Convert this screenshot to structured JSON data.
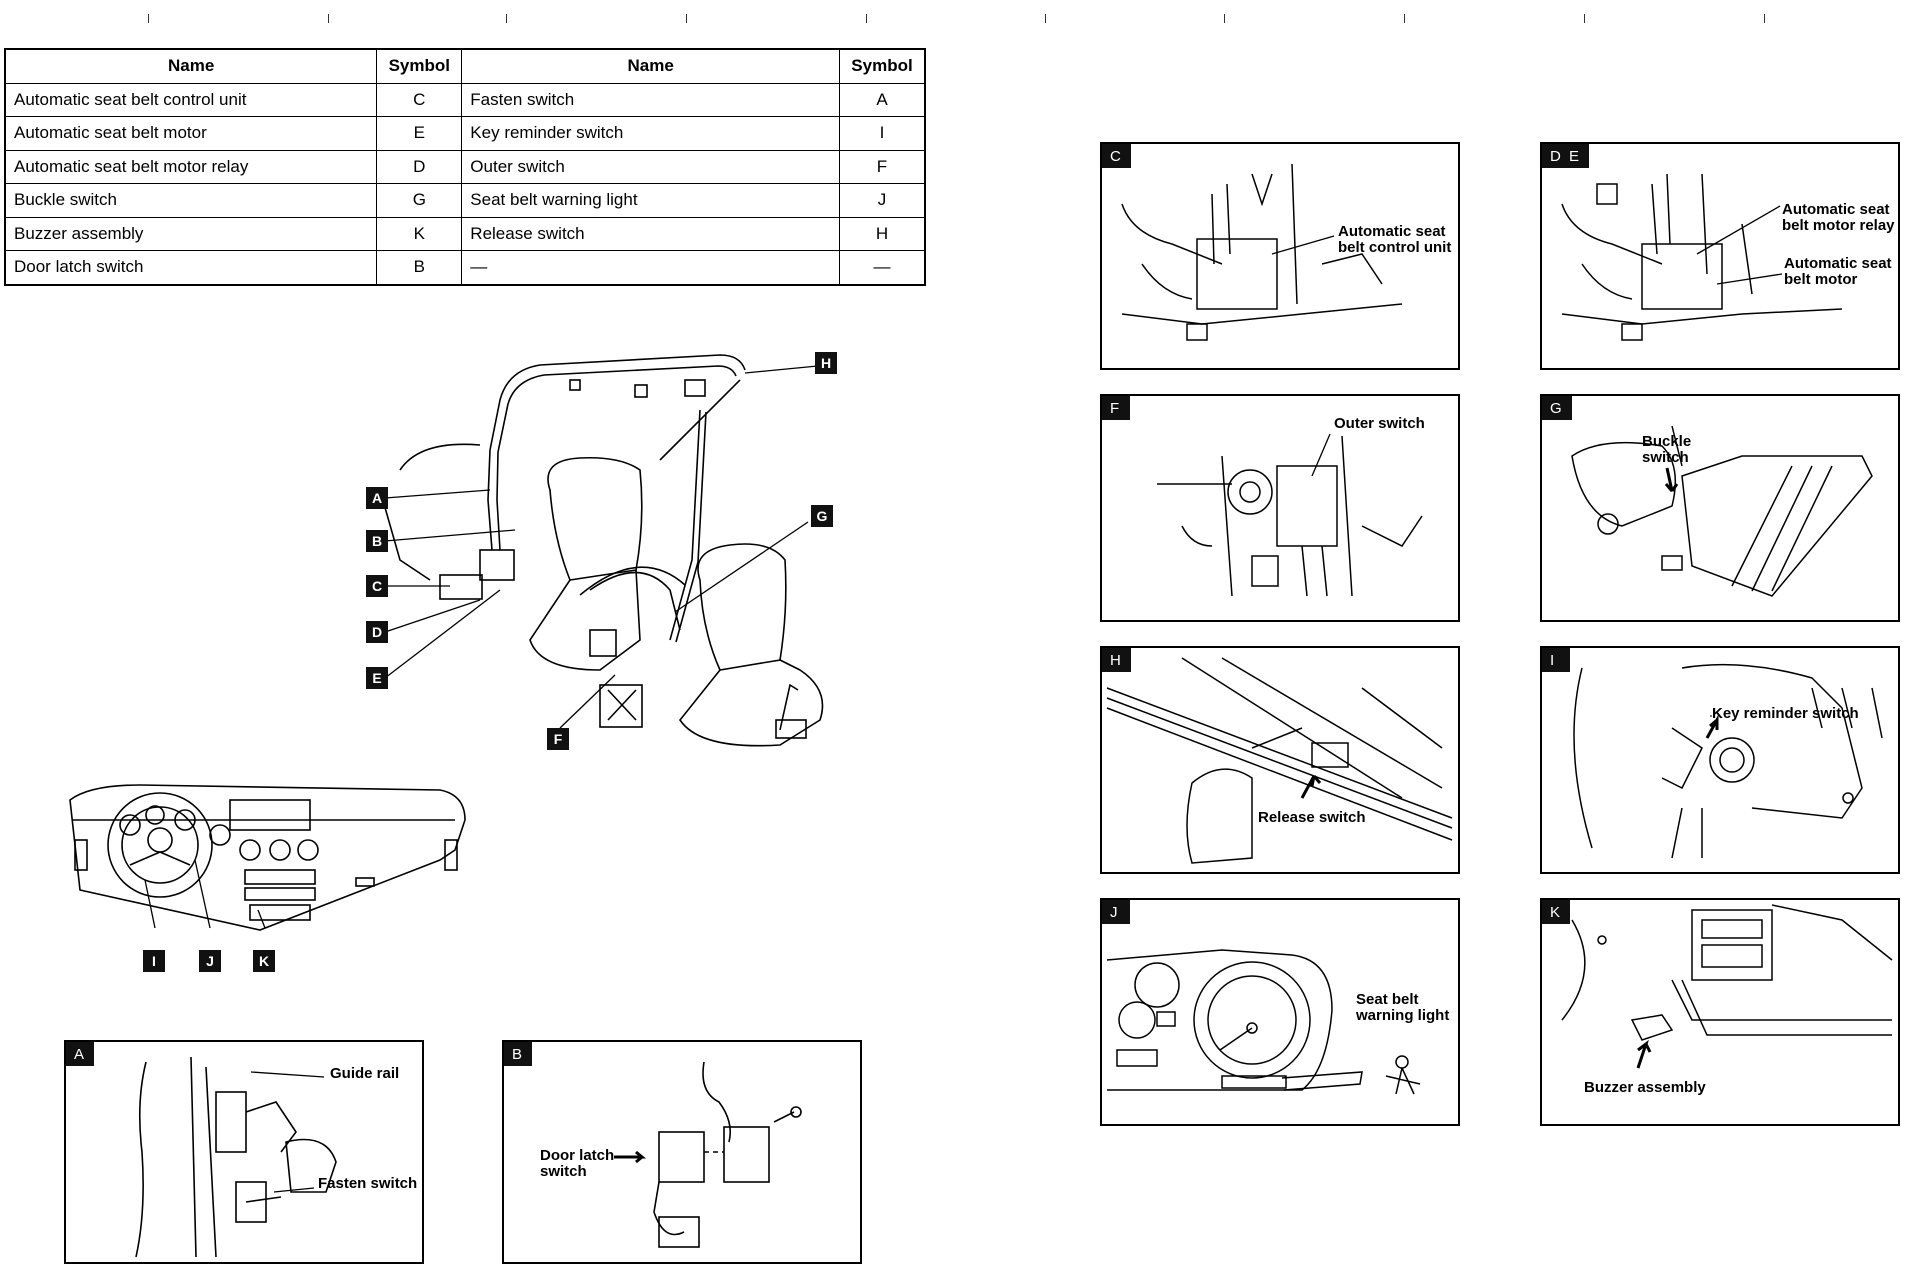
{
  "table": {
    "headers": {
      "name1": "Name",
      "symbol1": "Symbol",
      "name2": "Name",
      "symbol2": "Symbol"
    },
    "rows": [
      {
        "name1": "Automatic seat belt control unit",
        "symbol1": "C",
        "name2": "Fasten switch",
        "symbol2": "A"
      },
      {
        "name1": "Automatic seat belt motor",
        "symbol1": "E",
        "name2": "Key reminder switch",
        "symbol2": "I"
      },
      {
        "name1": "Automatic seat belt motor relay",
        "symbol1": "D",
        "name2": "Outer switch",
        "symbol2": "F"
      },
      {
        "name1": "Buckle switch",
        "symbol1": "G",
        "name2": "Seat belt warning light",
        "symbol2": "J"
      },
      {
        "name1": "Buzzer assembly",
        "symbol1": "K",
        "name2": "Release switch",
        "symbol2": "H"
      },
      {
        "name1": "Door latch switch",
        "symbol1": "B",
        "name2": "—",
        "symbol2": "—"
      }
    ]
  },
  "overview": {
    "callouts": [
      "A",
      "B",
      "C",
      "D",
      "E",
      "F",
      "G",
      "H"
    ],
    "dash_callouts": [
      "I",
      "J",
      "K"
    ]
  },
  "panels": {
    "A": {
      "tag": "A",
      "labels": [
        "Guide rail",
        "Fasten switch"
      ]
    },
    "B": {
      "tag": "B",
      "labels": [
        "Door latch",
        "switch"
      ]
    },
    "C": {
      "tag": "C",
      "labels": [
        "Automatic seat",
        "belt control unit"
      ]
    },
    "DE": {
      "tag": "D E",
      "labels": [
        "Automatic seat",
        "belt motor relay",
        "Automatic seat",
        "belt motor"
      ]
    },
    "F": {
      "tag": "F",
      "labels": [
        "Outer switch"
      ]
    },
    "G": {
      "tag": "G",
      "labels": [
        "Buckle",
        "switch"
      ]
    },
    "H": {
      "tag": "H",
      "labels": [
        "Release switch"
      ]
    },
    "I": {
      "tag": "I",
      "labels": [
        "Key reminder switch"
      ]
    },
    "J": {
      "tag": "J",
      "labels": [
        "Seat belt",
        "warning light"
      ]
    },
    "K": {
      "tag": "K",
      "labels": [
        "Buzzer assembly"
      ]
    }
  }
}
